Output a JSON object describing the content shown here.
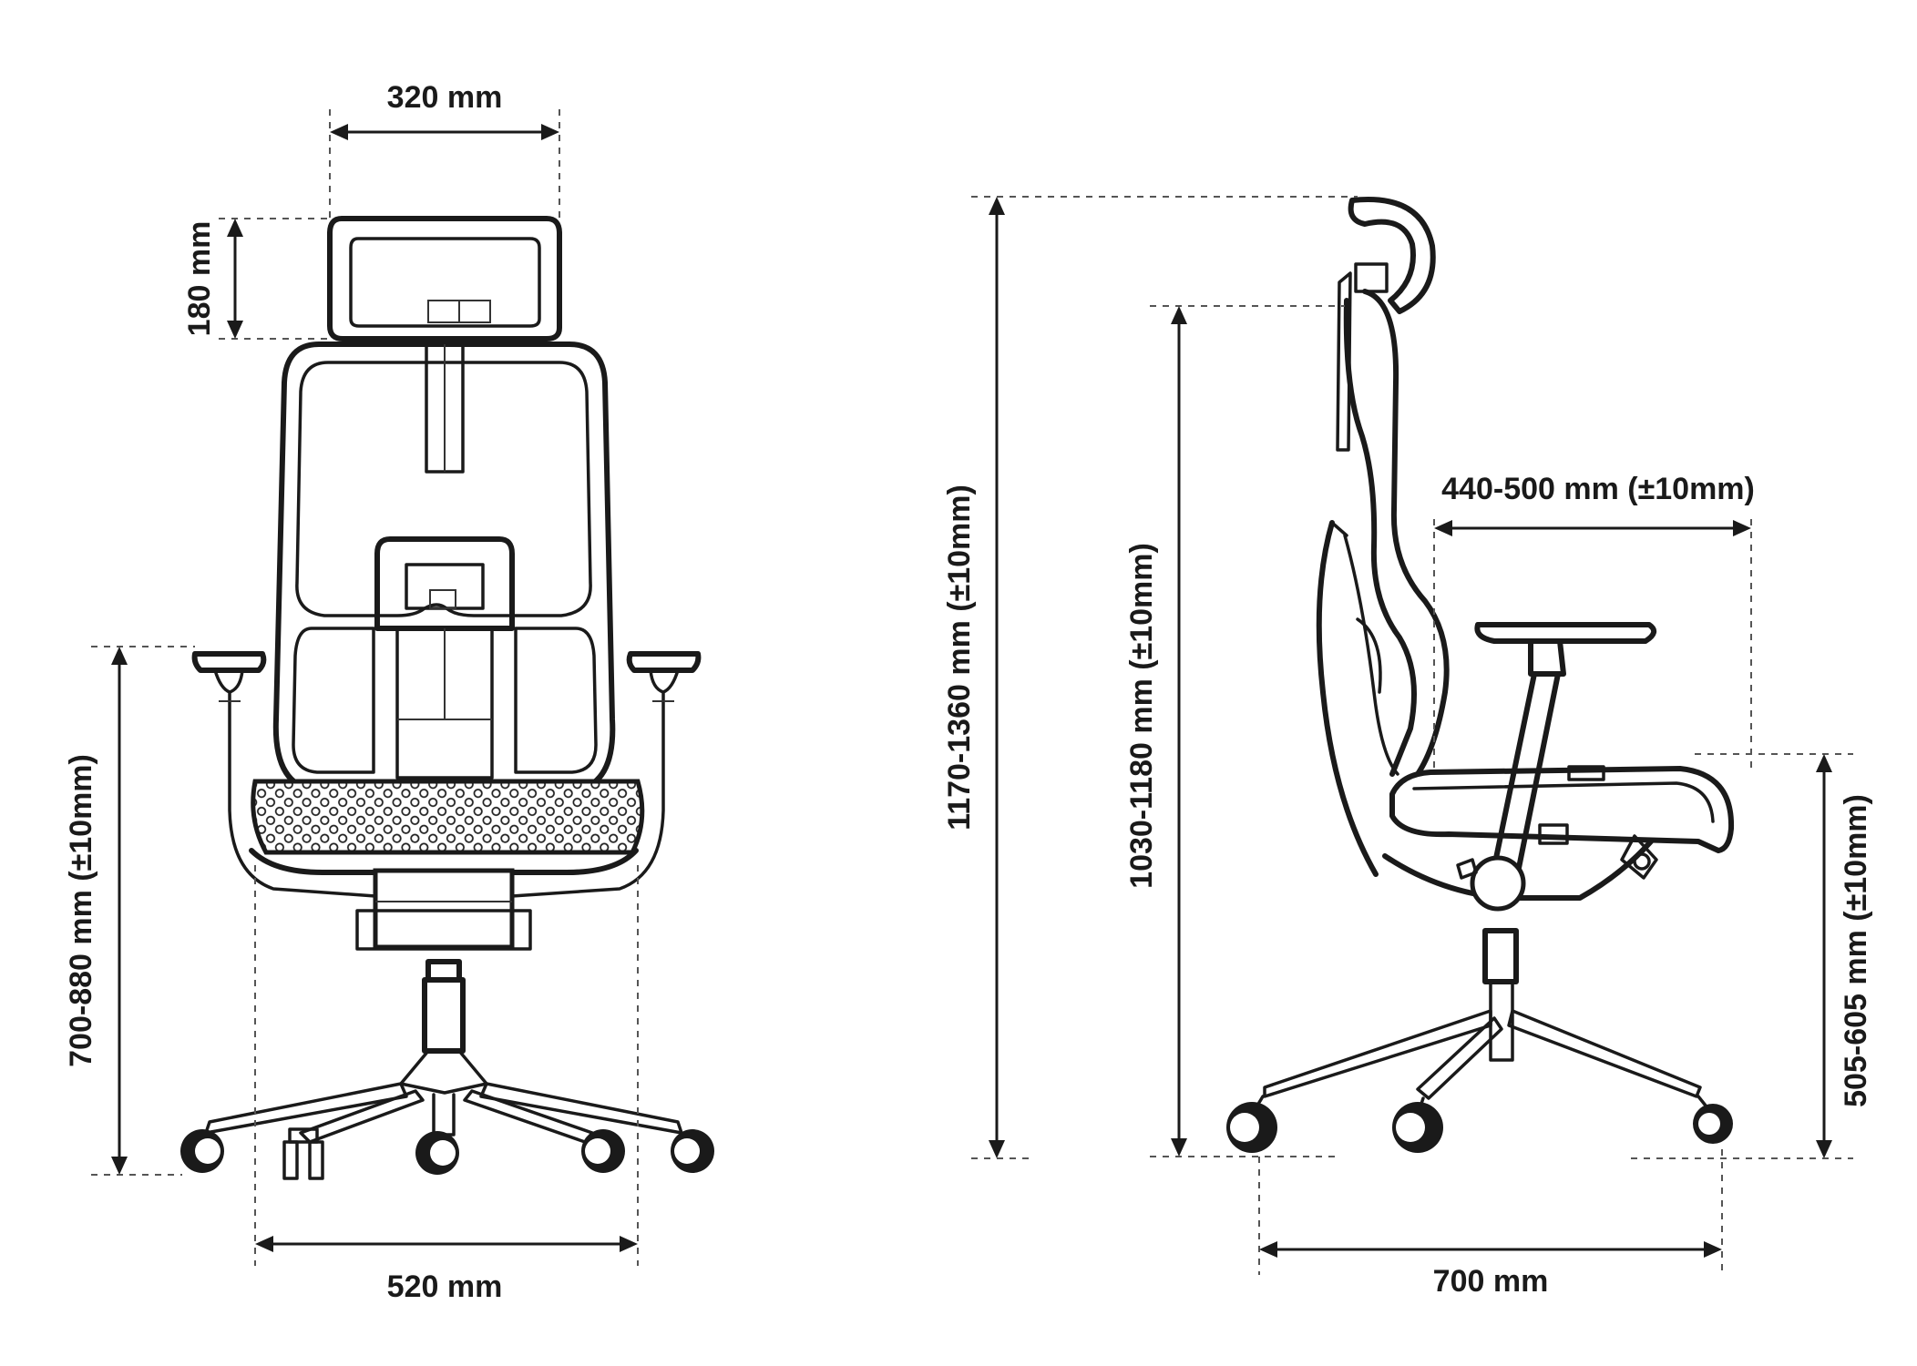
{
  "dimensions": {
    "front_headrest_width": "320 mm",
    "front_headrest_height": "180 mm",
    "front_armrest_height": "700-880 mm (±10mm)",
    "front_base_width": "520 mm",
    "side_total_height": "1170-1360 mm (±10mm)",
    "side_backrest_height": "1030-1180 mm (±10mm)",
    "side_seat_depth": "440-500 mm (±10mm)",
    "side_seat_height": "505-605 mm (±10mm)",
    "side_base_depth": "700 mm"
  },
  "colors": {
    "line": "#1a1a1a",
    "background": "#ffffff"
  }
}
